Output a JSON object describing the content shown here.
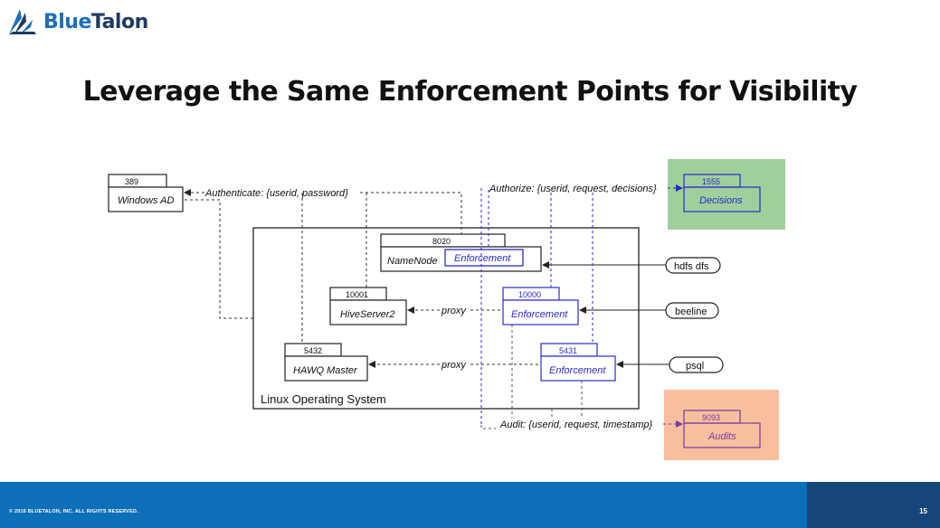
{
  "brand": {
    "name_part1": "Blue",
    "name_part2": "Talon"
  },
  "slide": {
    "title": "Leverage the Same Enforcement Points for Visibility"
  },
  "diagram": {
    "windows_ad": {
      "port": "389",
      "label": "Windows AD"
    },
    "namenode": {
      "port": "8020",
      "label": "NameNode",
      "enforcement": "Enforcement"
    },
    "hiveserver": {
      "port": "10001",
      "label": "HiveServer2"
    },
    "hive_enforcement": {
      "port": "10000",
      "label": "Enforcement"
    },
    "hawq": {
      "port": "5432",
      "label": "HAWQ Master"
    },
    "hawq_enforcement": {
      "port": "5431",
      "label": "Enforcement"
    },
    "decisions": {
      "port": "1555",
      "label": "Decisions"
    },
    "audits": {
      "port": "9093",
      "label": "Audits"
    },
    "clients": {
      "hdfs": "hdfs dfs",
      "beeline": "beeline",
      "psql": "psql"
    },
    "arrows": {
      "authenticate": "Authenticate: {userid, password}",
      "authorize": "Authorize: {userid, request, decisions}",
      "audit": "Audit: {userid, request, timestamp}",
      "proxy_hive": "proxy",
      "proxy_hawq": "proxy"
    },
    "os_label": "Linux Operating System",
    "colors": {
      "enforcement": "#2a2acf",
      "decisions_bg": "#9fcf9a",
      "audits_bg": "#f7bf9e",
      "audit_line": "#7a3aa0"
    }
  },
  "footer": {
    "copyright": "© 2016 BLUETALON, INC.  ALL RIGHTS RESERVED.",
    "page": "15"
  }
}
